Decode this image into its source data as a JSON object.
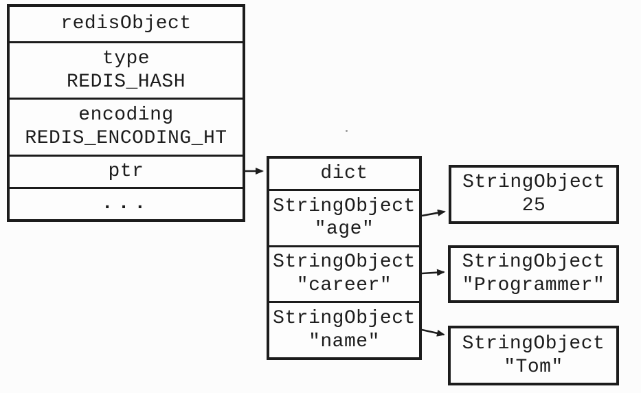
{
  "redis_object_box": {
    "header": "redisObject",
    "type_row": {
      "label": "type",
      "value": "REDIS_HASH"
    },
    "encoding_row": {
      "label": "encoding",
      "value": "REDIS_ENCODING_HT"
    },
    "ptr_row": {
      "label": "ptr"
    },
    "ellipsis_row": {
      "label": "..."
    }
  },
  "dict_box": {
    "header": "dict",
    "entries": [
      {
        "type": "StringObject",
        "value": "\"age\""
      },
      {
        "type": "StringObject",
        "value": "\"career\""
      },
      {
        "type": "StringObject",
        "value": "\"name\""
      }
    ]
  },
  "value_boxes": [
    {
      "type": "StringObject",
      "value": "25"
    },
    {
      "type": "StringObject",
      "value": "\"Programmer\""
    },
    {
      "type": "StringObject",
      "value": "\"Tom\""
    }
  ],
  "colors": {
    "ink": "#1c1c1c",
    "background": "#fcfcfc"
  }
}
